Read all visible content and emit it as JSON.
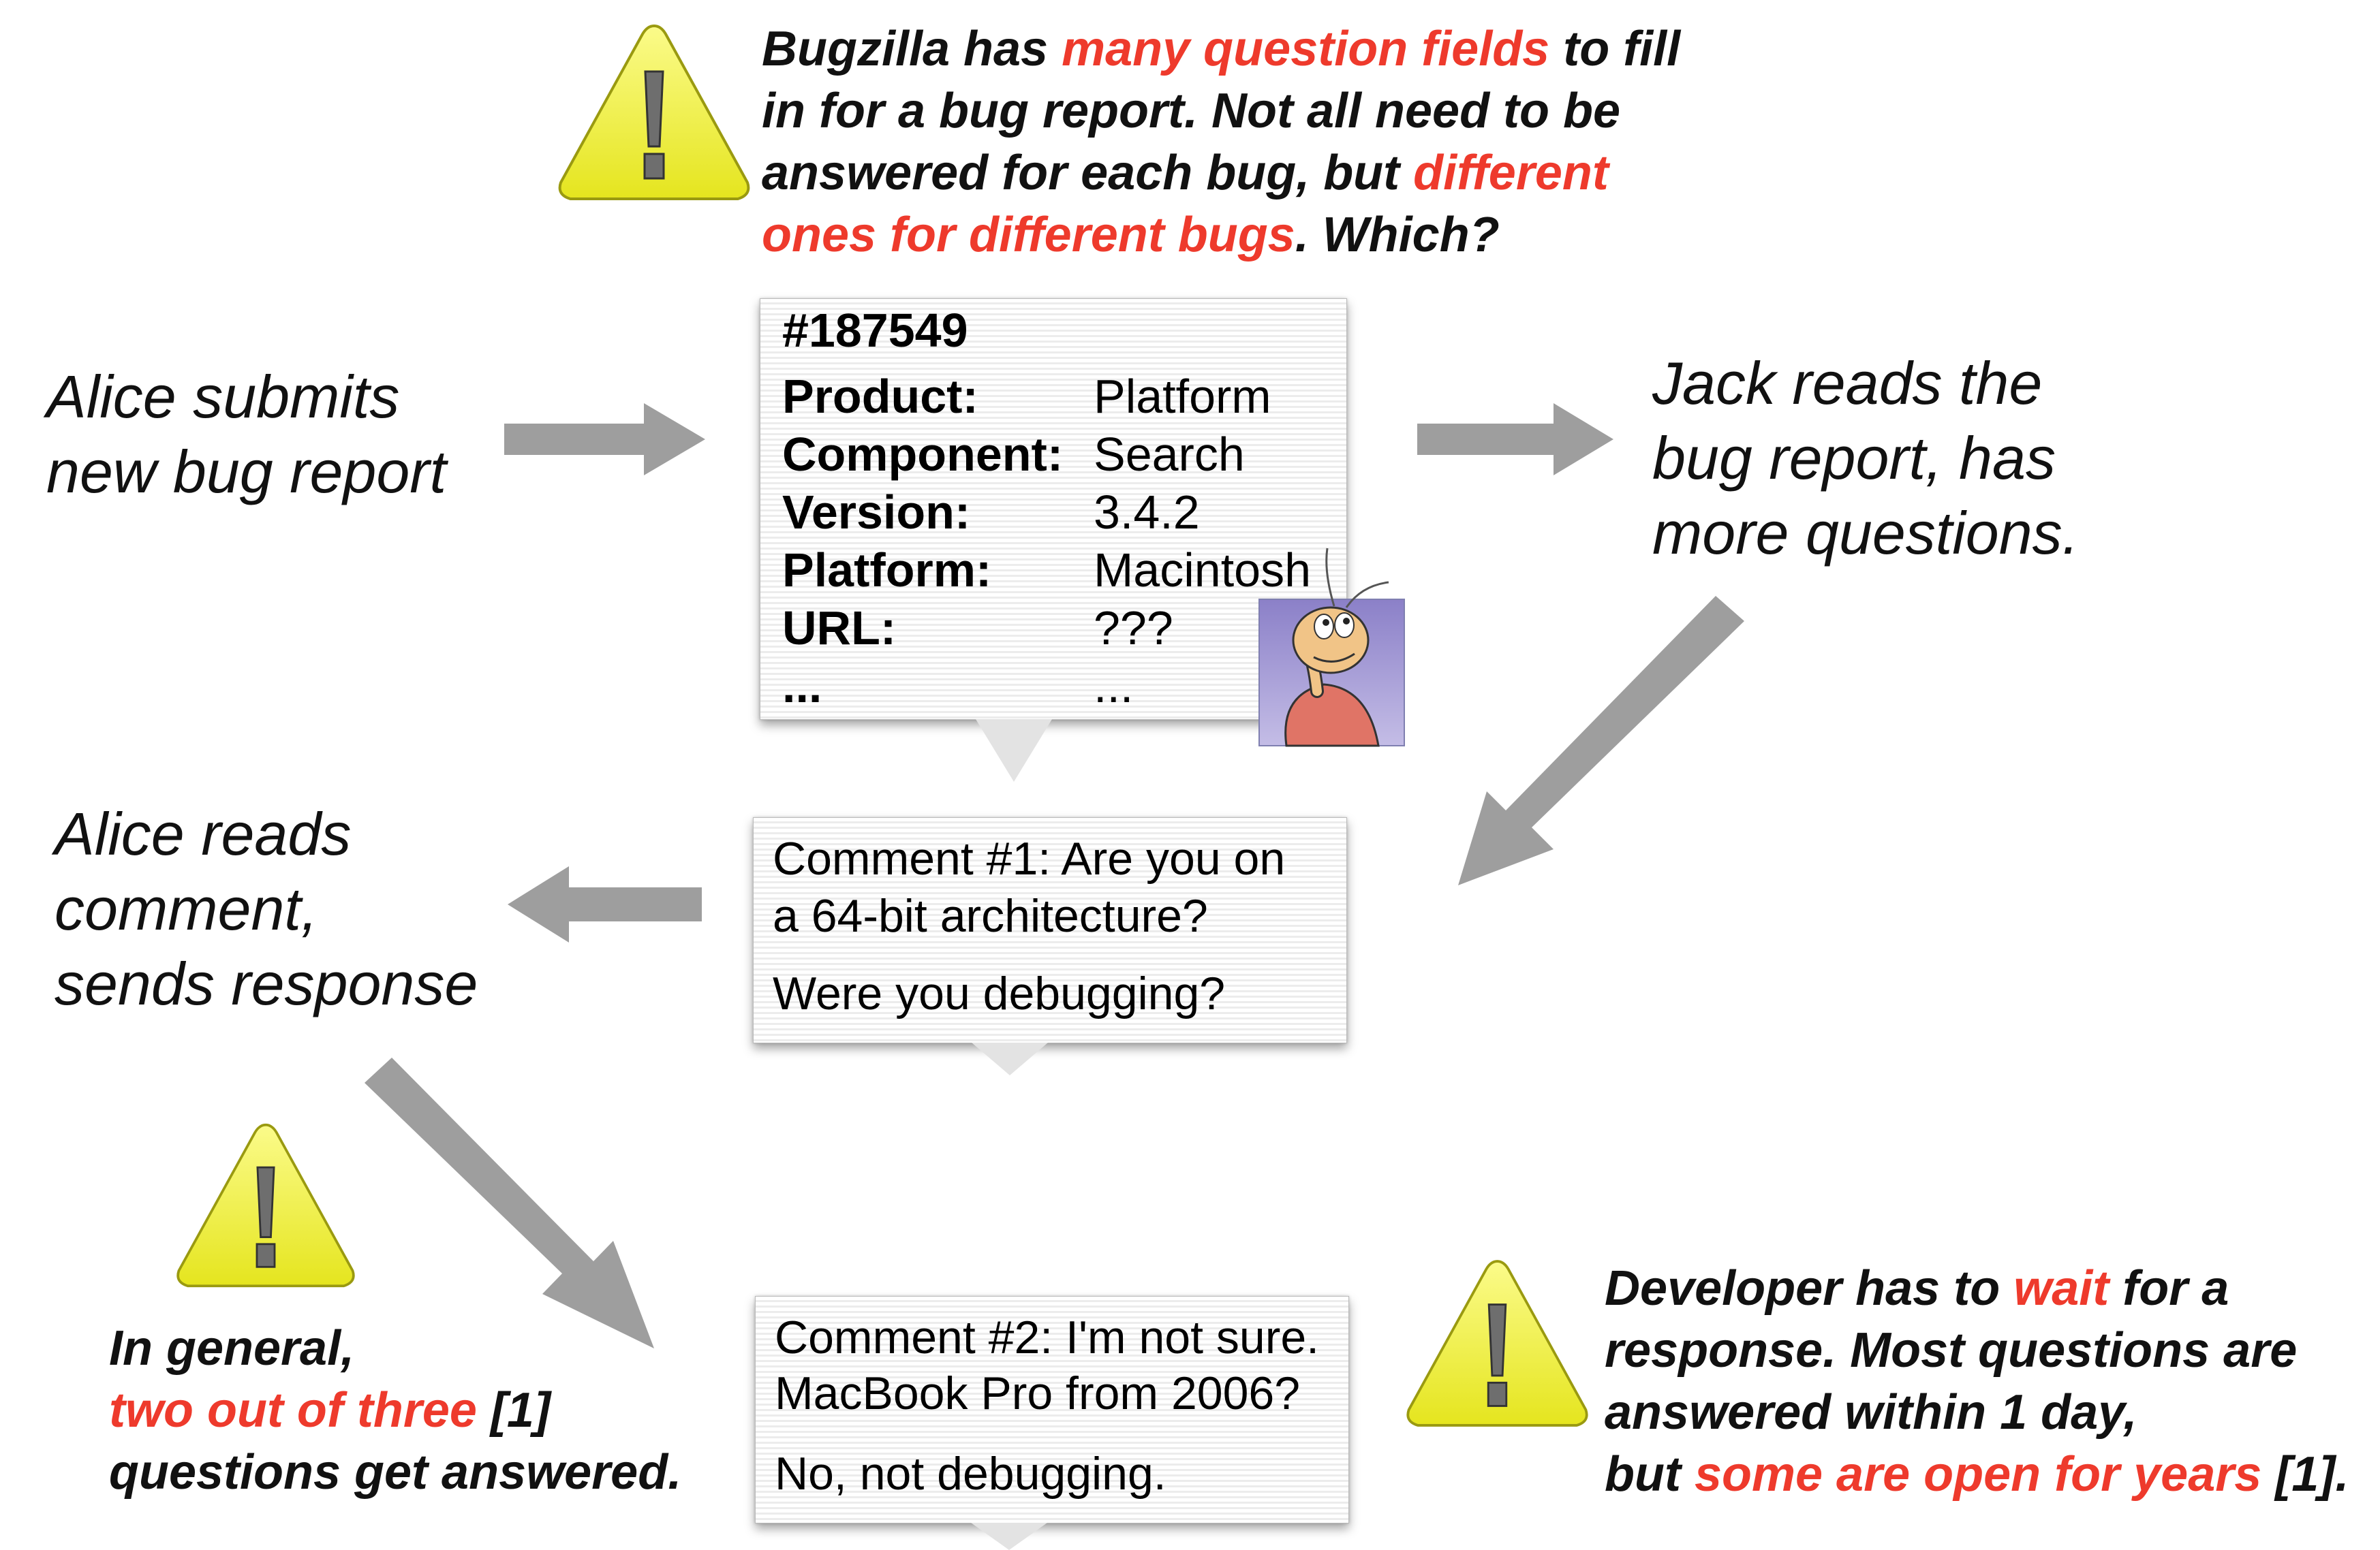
{
  "warnings": {
    "top": {
      "segments": [
        {
          "t": "Bugzilla has ",
          "hl": false
        },
        {
          "t": "many question fields",
          "hl": true
        },
        {
          "t": " to fill",
          "hl": false
        },
        {
          "br": true
        },
        {
          "t": "in for a bug report. Not all need to be",
          "hl": false
        },
        {
          "br": true
        },
        {
          "t": "answered for each bug, but ",
          "hl": false
        },
        {
          "t": "different",
          "hl": true
        },
        {
          "br": true
        },
        {
          "t": "ones for different bugs",
          "hl": true
        },
        {
          "t": ". Which?",
          "hl": false
        }
      ]
    },
    "bottom_left": {
      "segments": [
        {
          "t": "In general,",
          "hl": false
        },
        {
          "br": true
        },
        {
          "t": "two out of three",
          "hl": true
        },
        {
          "t": " [1]",
          "hl": false
        },
        {
          "br": true
        },
        {
          "t": "questions get answered.",
          "hl": false
        }
      ]
    },
    "bottom_right": {
      "segments": [
        {
          "t": "Developer has to ",
          "hl": false
        },
        {
          "t": "wait",
          "hl": true
        },
        {
          "t": " for a",
          "hl": false
        },
        {
          "br": true
        },
        {
          "t": "response. Most questions are",
          "hl": false
        },
        {
          "br": true
        },
        {
          "t": "answered within 1 day,",
          "hl": false
        },
        {
          "br": true
        },
        {
          "t": "but ",
          "hl": false
        },
        {
          "t": "some are open for years",
          "hl": true
        },
        {
          "t": " [1].",
          "hl": false
        }
      ]
    }
  },
  "steps": {
    "alice_submits": [
      "Alice submits",
      "new bug report"
    ],
    "jack_reads": [
      "Jack reads the",
      "bug report, has",
      "more questions."
    ],
    "alice_reads": [
      "Alice reads",
      "comment,",
      "sends response"
    ]
  },
  "bug_report": {
    "id": "#187549",
    "fields": [
      {
        "label": "Product:",
        "value": "Platform"
      },
      {
        "label": "Component:",
        "value": "Search"
      },
      {
        "label": "Version:",
        "value": "3.4.2"
      },
      {
        "label": "Platform:",
        "value": "Macintosh"
      },
      {
        "label": "URL:",
        "value": "???"
      },
      {
        "label": "...",
        "value": "..."
      }
    ]
  },
  "comment1": {
    "line1": "Comment #1: Are you on",
    "line2": "a 64-bit architecture?",
    "line3": "Were you debugging?"
  },
  "comment2": {
    "line1": "Comment #2: I'm not sure.",
    "line2": "MacBook Pro from 2006?",
    "line3": "No, not debugging."
  },
  "icons": {
    "warning": "warning-triangle-icon",
    "bugzilla": "bugzilla-ant-logo-icon"
  },
  "colors": {
    "highlight": "#ee3a2c",
    "warning_fill": "#f4f43a",
    "arrow": "#9e9e9e"
  }
}
